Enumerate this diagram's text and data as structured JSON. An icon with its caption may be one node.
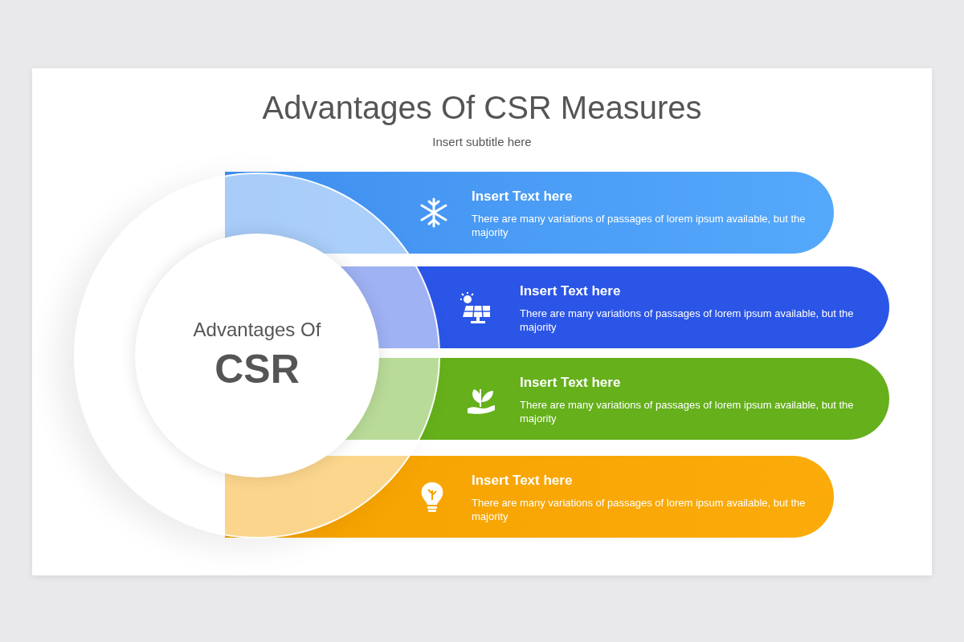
{
  "diagram": {
    "title": "Advantages Of CSR Measures",
    "nodes": [
      {
        "text": [
          "Advantages Of",
          "CSR"
        ]
      },
      {
        "text": [
          "Insert Text here",
          "There are many variations of passages of lorem ipsum available, but the majority"
        ]
      },
      {
        "text": [
          "Insert Text here",
          "There are many variations of passages of lorem ipsum available, but the majority"
        ]
      },
      {
        "text": [
          "Insert Text here",
          "There are many variations of passages of lorem ipsum available, but the majority"
        ]
      },
      {
        "text": [
          "Insert Text here",
          "There are many variations of passages of lorem ipsum available, but the majority"
        ]
      }
    ],
    "labels": [
      "Insert subtitle here"
    ]
  }
}
